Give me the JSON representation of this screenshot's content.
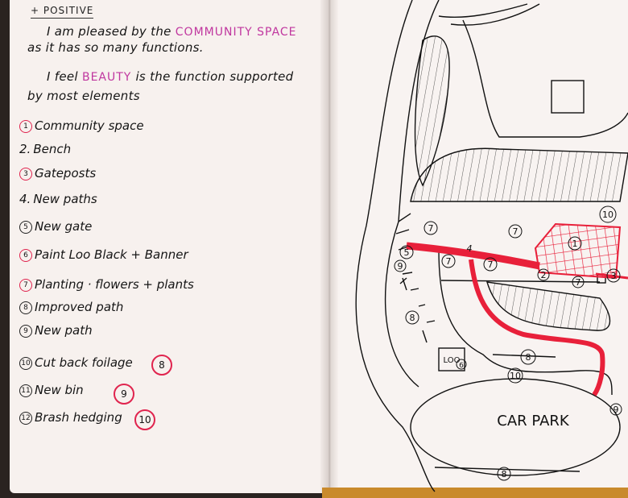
{
  "notes": {
    "heading": "+ POSITIVE",
    "para1_a": "I am pleased by the",
    "para1_highlight": "COMMUNITY SPACE",
    "para1_b": "as it has so many functions.",
    "para2_a": "I feel",
    "para2_highlight": "BEAUTY",
    "para2_b": "is the function supported",
    "para2_c": "by most elements",
    "highlight_color": "#c0379f",
    "items": [
      {
        "num": "1",
        "label": "Community space"
      },
      {
        "num": "2.",
        "label": "Bench"
      },
      {
        "num": "3",
        "label": "Gateposts"
      },
      {
        "num": "4.",
        "label": "New paths"
      },
      {
        "num": "5",
        "label": "New gate"
      },
      {
        "num": "6",
        "label": "Paint Loo Black + Banner"
      },
      {
        "num": "7",
        "label": "Planting · flowers + plants"
      },
      {
        "num": "8",
        "label": "Improved path"
      },
      {
        "num": "9",
        "label": "New path"
      },
      {
        "num": "10",
        "label": "Cut back foilage",
        "ref": "8"
      },
      {
        "num": "11",
        "label": "New bin",
        "ref": "9"
      },
      {
        "num": "12",
        "label": "Brash hedging",
        "ref": "10"
      }
    ]
  },
  "map": {
    "path_color": "#e8203a",
    "loo": "LOO",
    "car_park": "CAR PARK",
    "labels": [
      "10",
      "7",
      "1",
      "5",
      "7",
      "7",
      "7",
      "2",
      "7",
      "3",
      "9",
      "8",
      "6",
      "8",
      "10",
      "9",
      "8",
      "4"
    ]
  }
}
